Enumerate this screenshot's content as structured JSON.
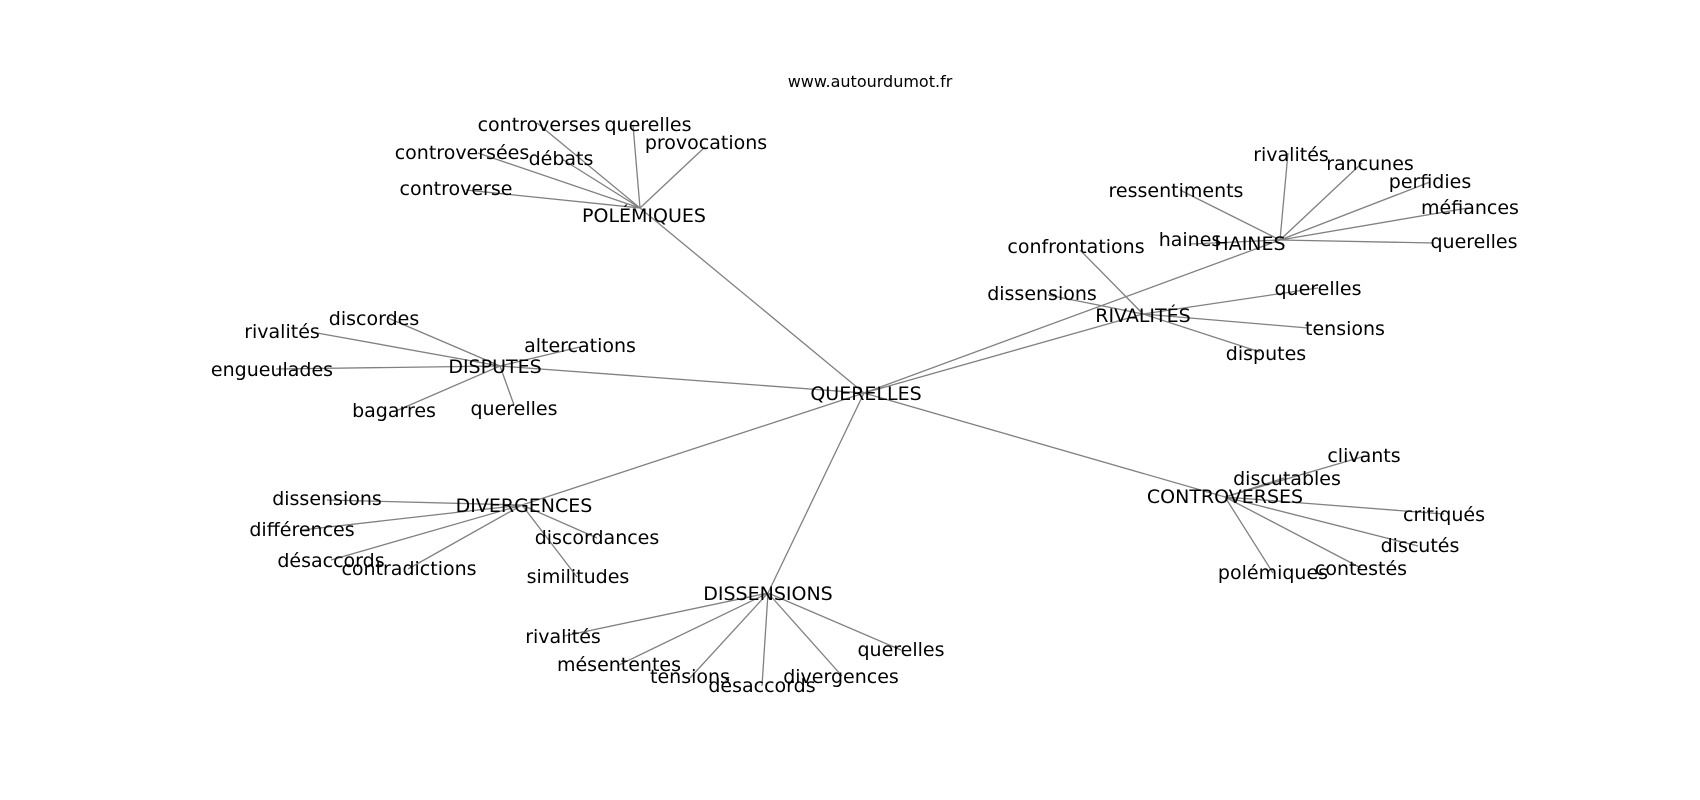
{
  "site": "www.autourdumot.fr",
  "center": "QUERELLES",
  "groups": [
    {
      "hub": "POLÉMIQUES",
      "leaves": [
        "controverses",
        "querelles",
        "provocations",
        "controversées",
        "débats",
        "controverse"
      ]
    },
    {
      "hub": "HAINES",
      "leaves": [
        "rivalités",
        "rancunes",
        "perfidies",
        "méfiances",
        "querelles",
        "ressentiments",
        "haines"
      ]
    },
    {
      "hub": "RIVALITÉS",
      "leaves": [
        "confrontations",
        "dissensions",
        "querelles",
        "tensions",
        "disputes"
      ]
    },
    {
      "hub": "DISPUTES",
      "leaves": [
        "discordes",
        "rivalités",
        "altercations",
        "engueulades",
        "bagarres",
        "querelles"
      ]
    },
    {
      "hub": "DIVERGENCES",
      "leaves": [
        "dissensions",
        "différences",
        "désaccords",
        "contradictions",
        "discordances",
        "similitudes"
      ]
    },
    {
      "hub": "CONTROVERSES",
      "leaves": [
        "clivants",
        "discutables",
        "critiqués",
        "discutés",
        "contestés",
        "polémiques"
      ]
    },
    {
      "hub": "DISSENSIONS",
      "leaves": [
        "rivalités",
        "mésententes",
        "tensions",
        "désaccords",
        "divergences",
        "querelles"
      ]
    }
  ]
}
